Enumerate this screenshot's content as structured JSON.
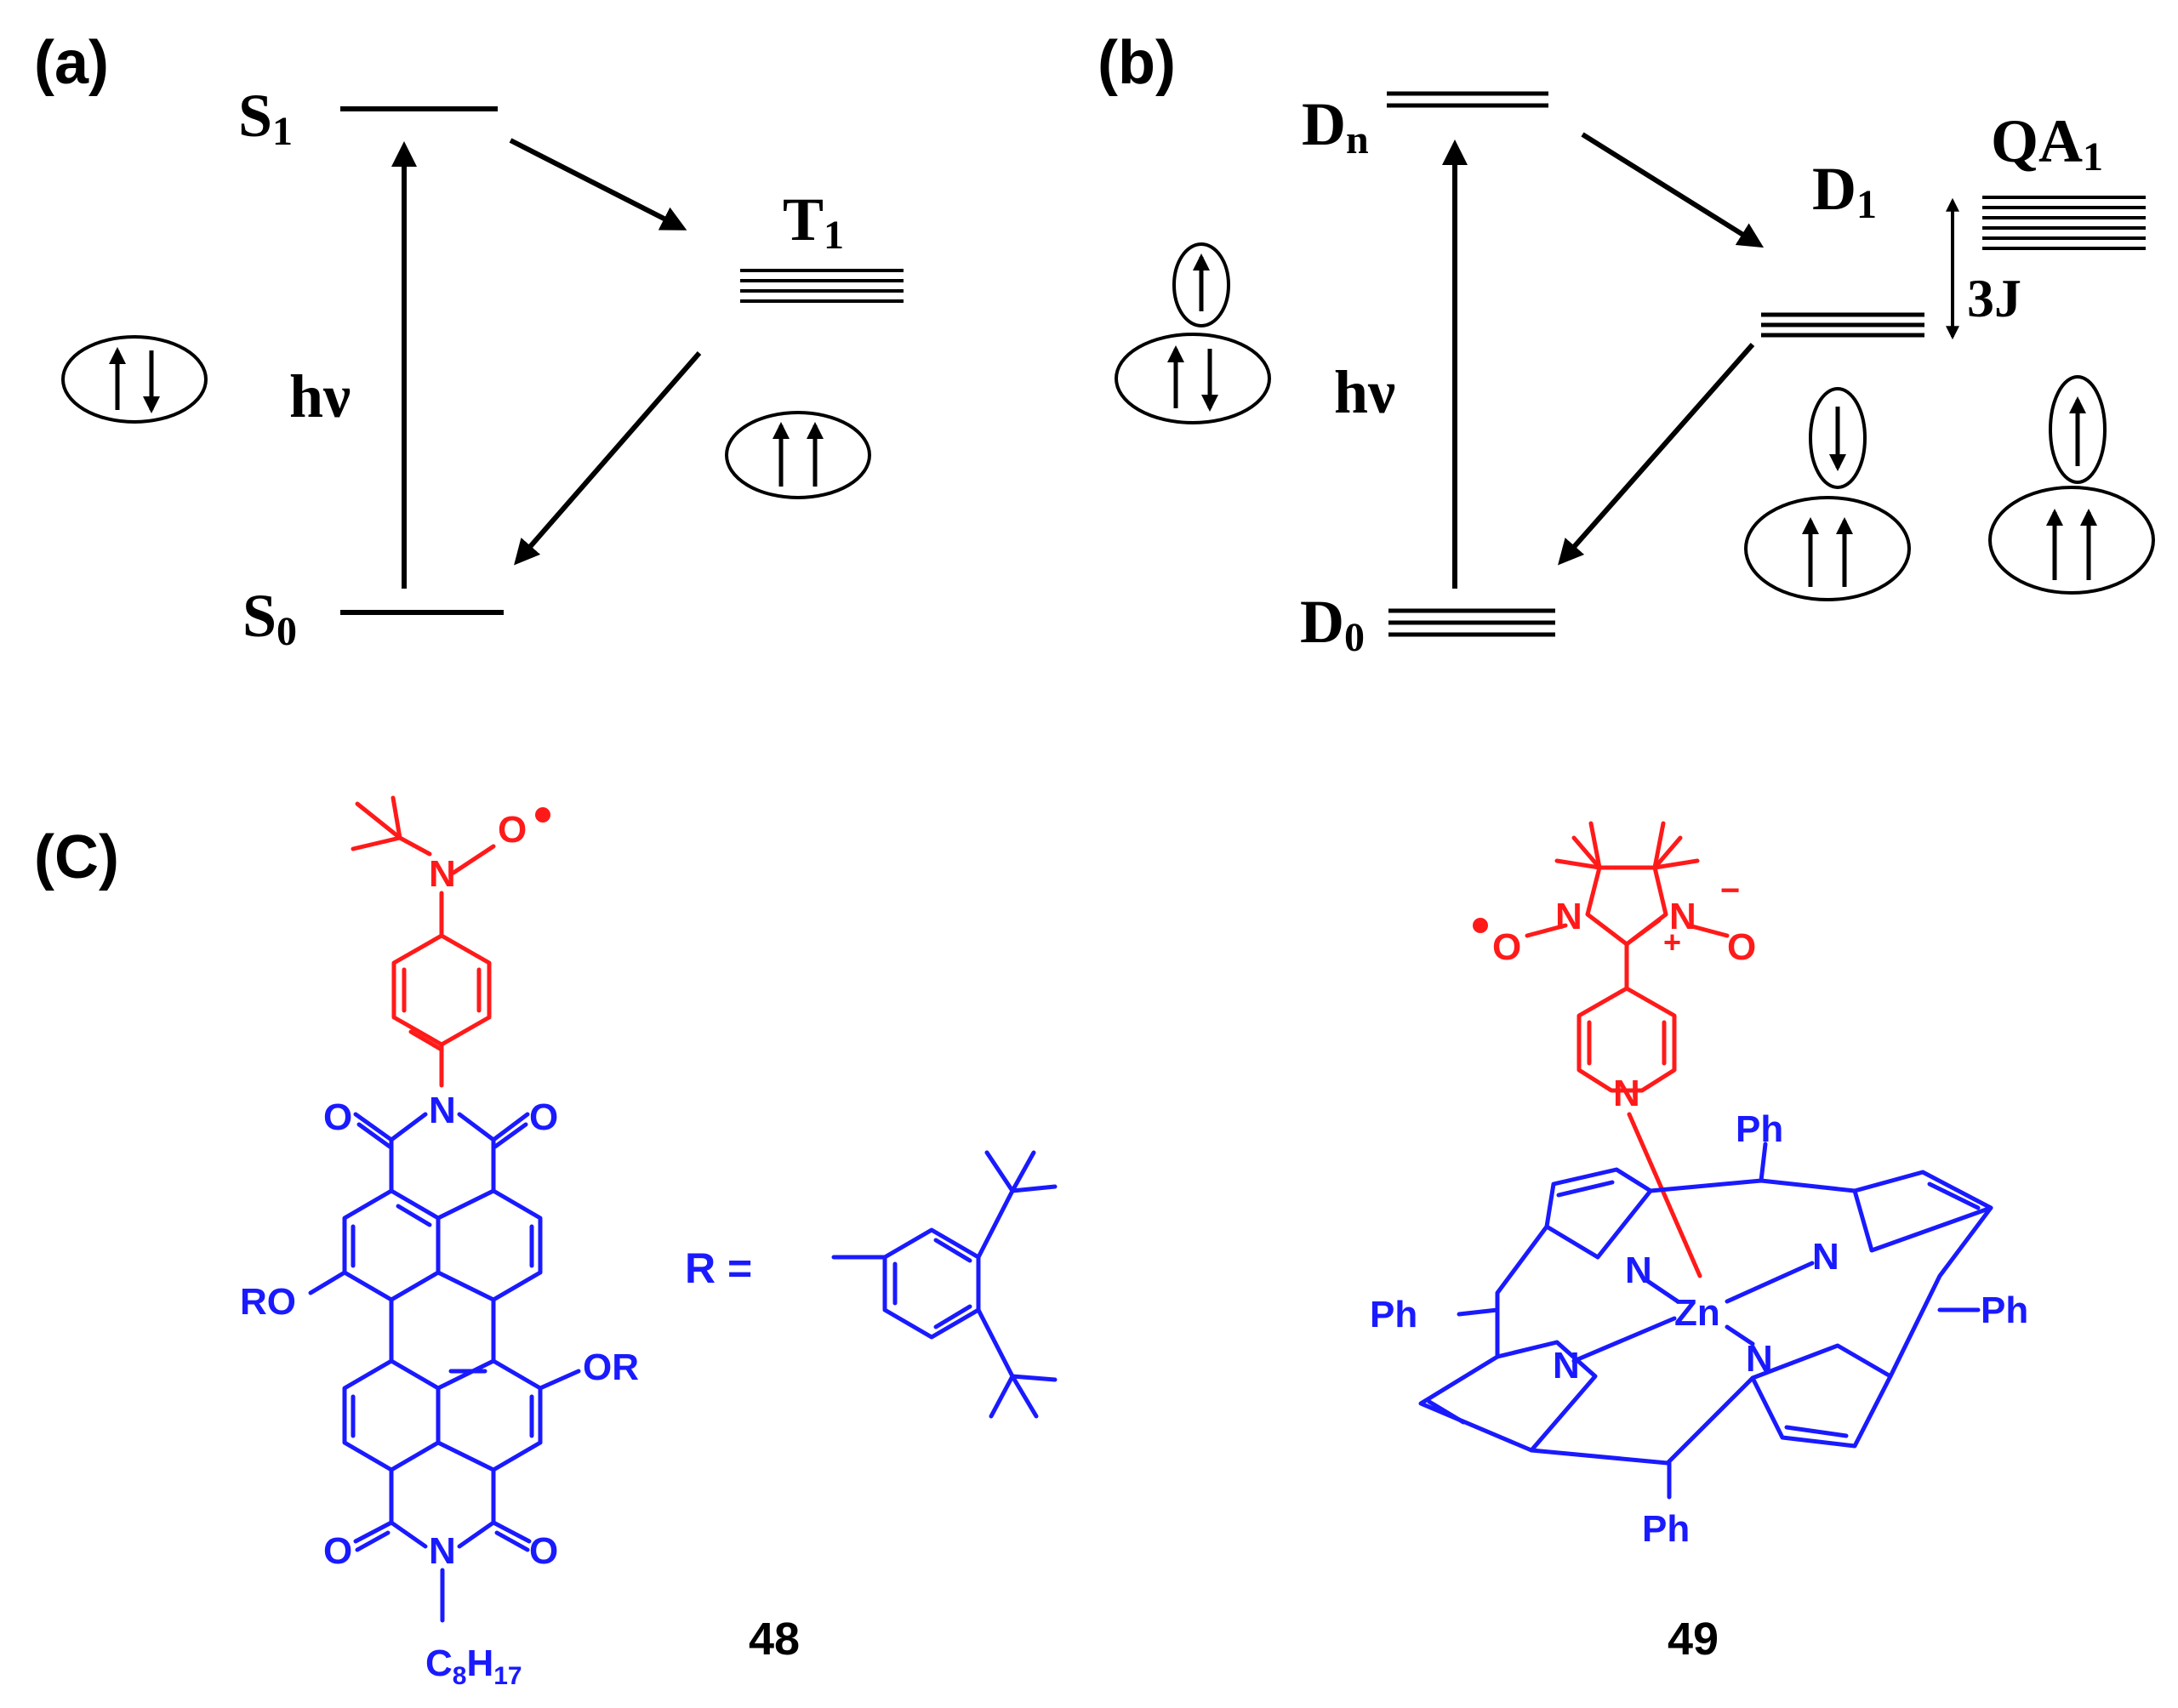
{
  "panel_a": {
    "label": "(a)",
    "s1": "S",
    "s1_sub": "1",
    "s0": "S",
    "s0_sub": "0",
    "t1": "T",
    "t1_sub": "1",
    "hv": "hν"
  },
  "panel_b": {
    "label": "(b)",
    "dn": "D",
    "dn_sub": "n",
    "d1": "D",
    "d1_sub": "1",
    "d0": "D",
    "d0_sub": "0",
    "qa1": "QA",
    "qa1_sub": "1",
    "j": "3J",
    "hv": "hν"
  },
  "panel_c": {
    "label": "(C)",
    "r_eq": "R =",
    "compound_48": "48",
    "compound_49": "49",
    "atoms": {
      "N": "N",
      "O": "O",
      "RO": "RO",
      "OR": "OR",
      "C": "C",
      "H": "H",
      "c_sub": "8",
      "h_sub": "17",
      "Zn": "Zn",
      "Ph": "Ph",
      "plus": "+",
      "minus": "−"
    }
  },
  "colors": {
    "chromophore": "#1a1aff",
    "radical": "#ff1a1a",
    "energy_diagram": "#000000"
  }
}
